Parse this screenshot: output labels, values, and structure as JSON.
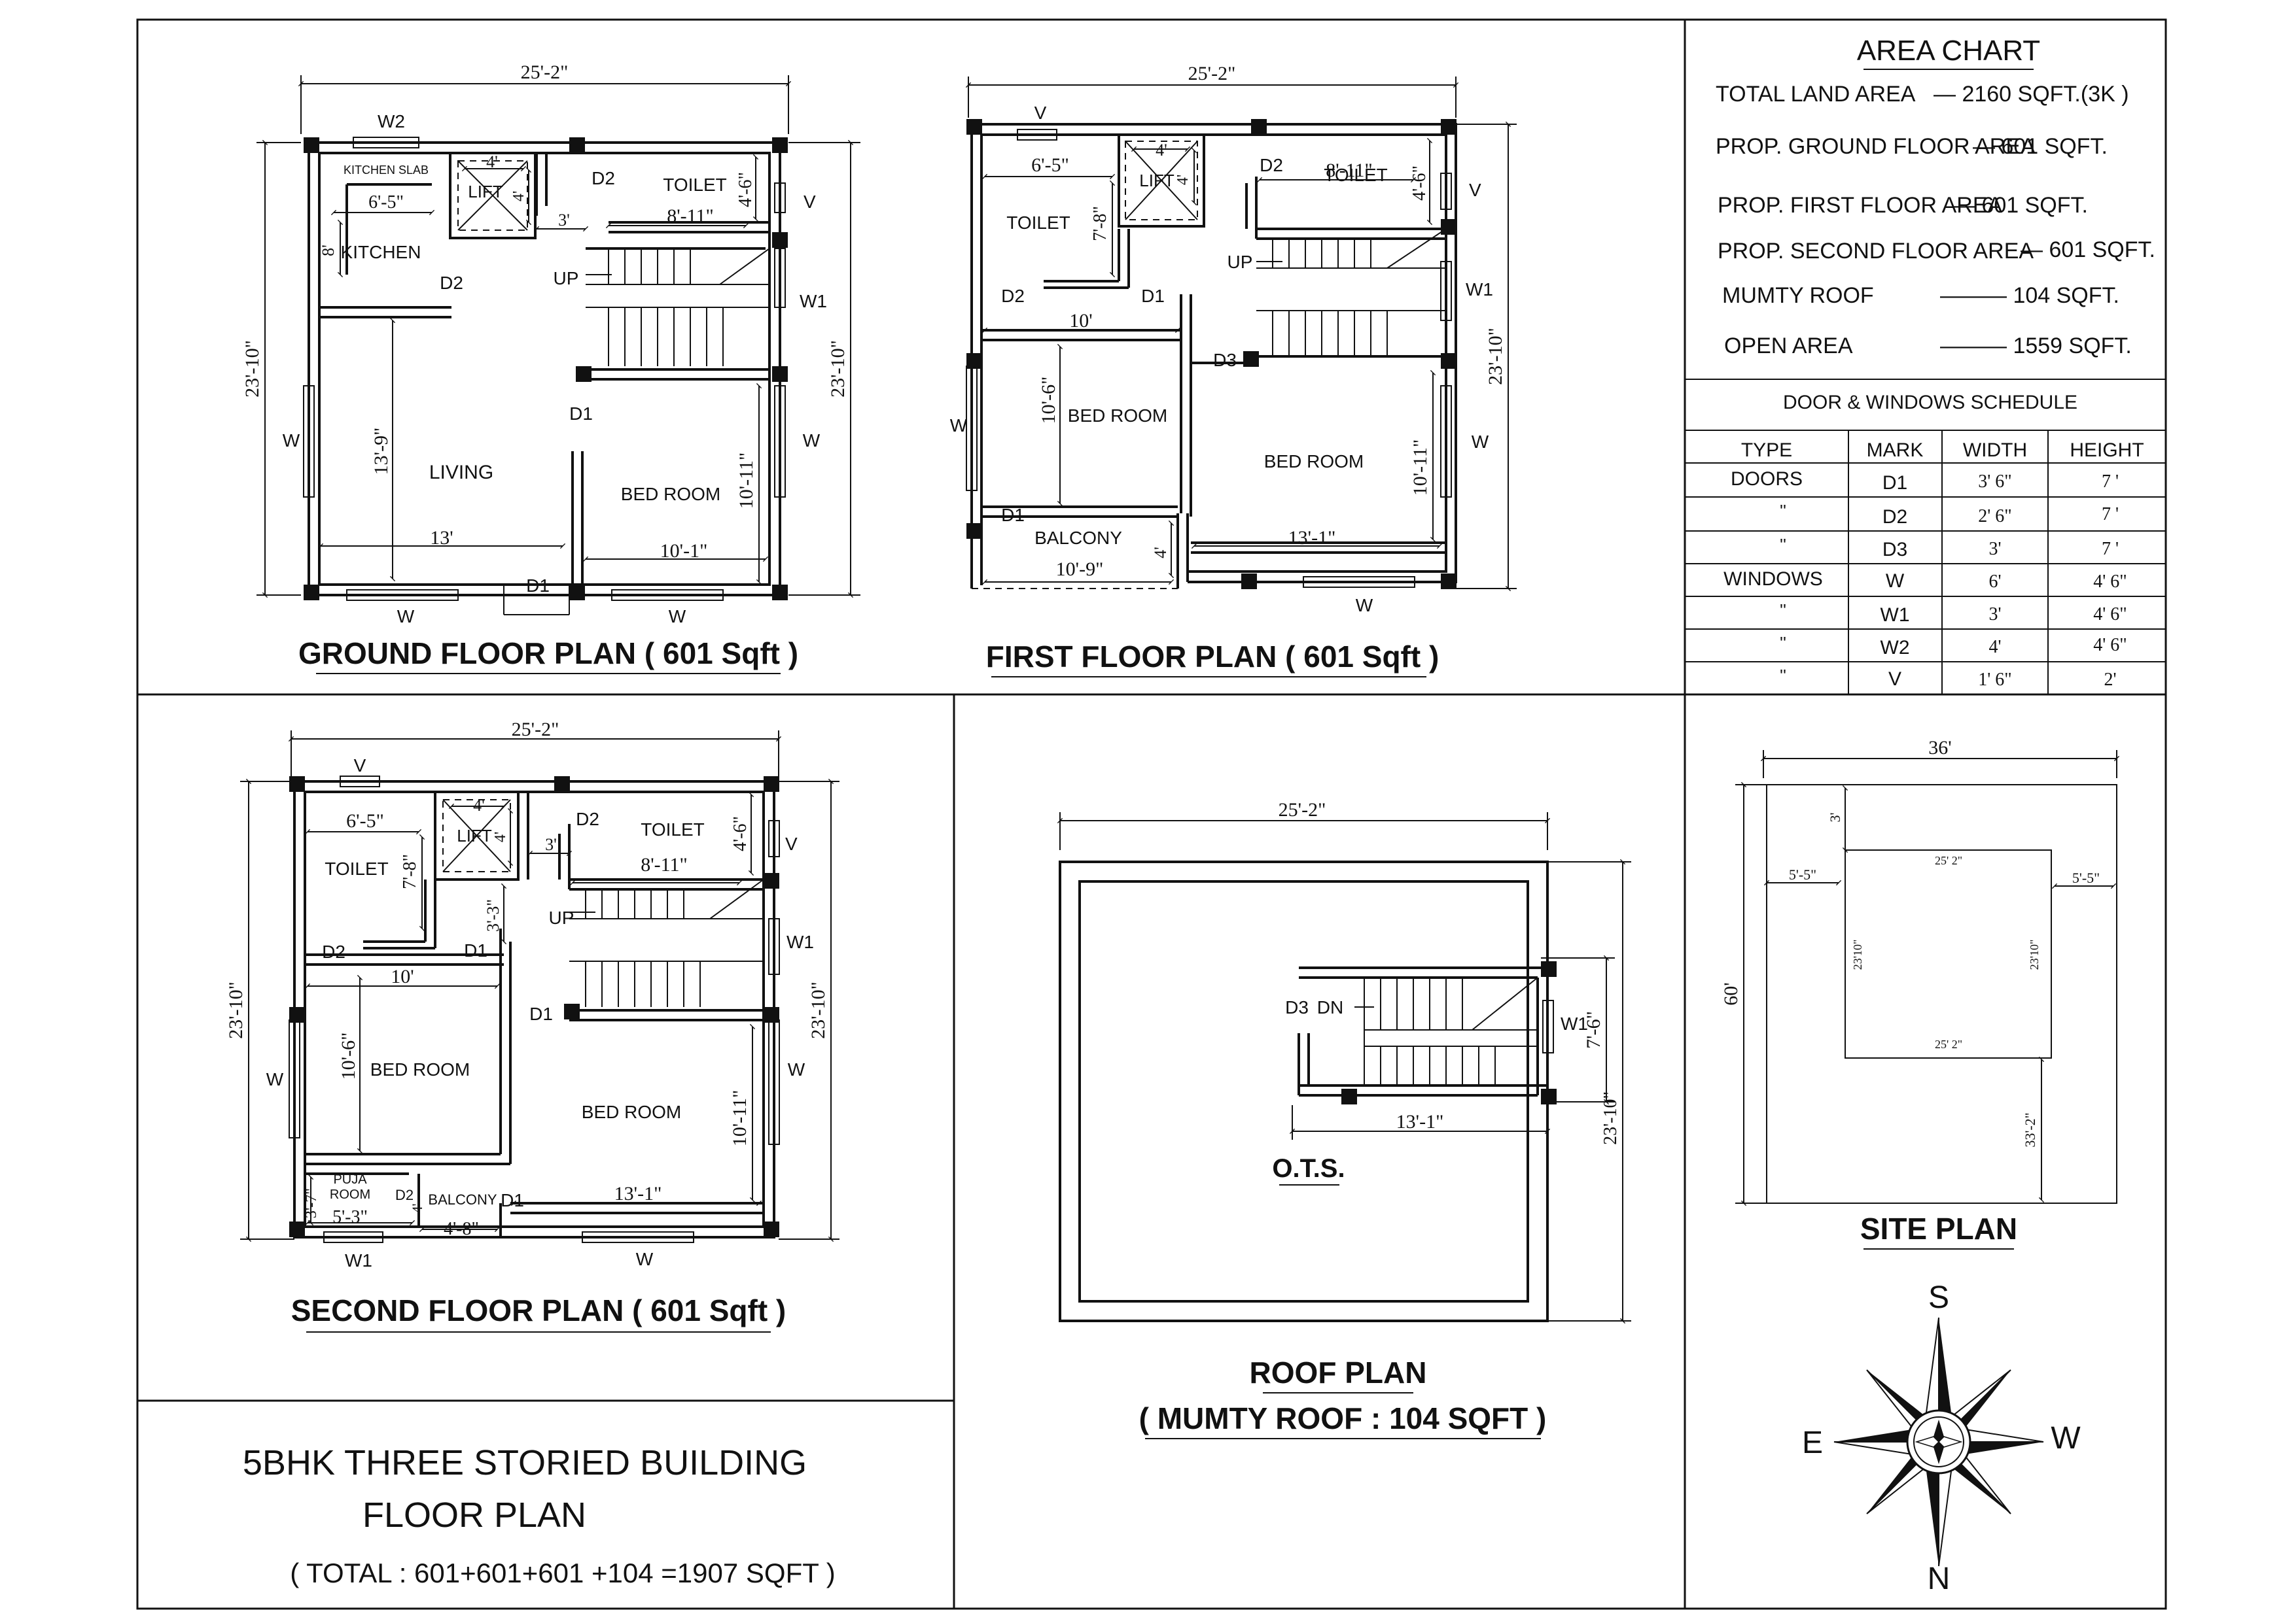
{
  "common": {
    "dims": {
      "w_25_2": "25'-2\"",
      "h_23_10": "23'-10\"",
      "d_4": "4'",
      "d_6_5": "6'-5\"",
      "d_8": "8'",
      "d_3": "3'",
      "d_8_11": "8'-11\"",
      "d_4_6": "4'-6\"",
      "d_13_9": "13'-9\"",
      "d_13": "13'",
      "d_10_1": "10'-1\"",
      "d_10_11": "10'-11\"",
      "d_7_8": "7'-8\"",
      "d_10": "10'",
      "d_10_6": "10'-6\"",
      "d_10_9": "10'-9\"",
      "d_13_1": "13'-1\"",
      "d_3_3": "3'-3\"",
      "d_3_7": "3'-7\"",
      "d_5_3": "5'-3\"",
      "d_4_8": "4'-8\"",
      "d_7_6": "7'-6\"",
      "d_36": "36'",
      "d_60": "60'",
      "d_5_5": "5'-5\"",
      "d_33_2": "33'-2\"",
      "d_25_2s": "25' 2\"",
      "d_23_10s": "23'10\""
    },
    "marks": {
      "w": "W",
      "w1": "W1",
      "w2": "W2",
      "v": "V",
      "d1": "D1",
      "d2": "D2",
      "d3": "D3"
    },
    "labels": {
      "kitchen_slab": "KITCHEN SLAB",
      "kitchen": "KITCHEN",
      "lift": "LIFT",
      "toilet": "TOILET",
      "up": "UP",
      "dn": "DN",
      "living": "LIVING",
      "bed_room": "BED ROOM",
      "balcony": "BALCONY",
      "puja_1": "PUJA",
      "puja_2": "ROOM",
      "ots": "O.T.S."
    }
  },
  "titles": {
    "ground": "GROUND FLOOR PLAN ( 601 Sqft )",
    "first": "FIRST FLOOR PLAN ( 601 Sqft )",
    "second": "SECOND FLOOR PLAN ( 601 Sqft )",
    "roof_1": "ROOF PLAN",
    "roof_2": "( MUMTY ROOF : 104 SQFT )",
    "site": "SITE PLAN"
  },
  "project": {
    "line1": "5BHK THREE STORIED BUILDING",
    "line2": "FLOOR PLAN",
    "line3": "( TOTAL : 601+601+601 +104 =1907 SQFT )"
  },
  "area_chart": {
    "title": "AREA CHART",
    "rows": [
      {
        "label": "TOTAL LAND AREA",
        "value": "— 2160 SQFT.(3K )"
      },
      {
        "label": "PROP. GROUND FLOOR AREA",
        "value": "— 601 SQFT."
      },
      {
        "label": "PROP. FIRST  FLOOR AREA",
        "value": "— 601 SQFT."
      },
      {
        "label": "PROP. SECOND  FLOOR AREA",
        "value": "— 601 SQFT."
      },
      {
        "label": "MUMTY ROOF",
        "value": "——— 104 SQFT."
      },
      {
        "label": "OPEN AREA",
        "value": "——— 1559 SQFT."
      }
    ]
  },
  "schedule": {
    "title": "DOOR & WINDOWS SCHEDULE",
    "headers": [
      "TYPE",
      "MARK",
      "WIDTH",
      "HEIGHT"
    ],
    "rows": [
      [
        "DOORS",
        "D1",
        "3' 6\"",
        "7 '"
      ],
      [
        "''",
        "D2",
        "2' 6\"",
        "7 '"
      ],
      [
        "''",
        "D3",
        "3'",
        "7 '"
      ],
      [
        "WINDOWS",
        "W",
        "6'",
        "4' 6\""
      ],
      [
        "''",
        "W1",
        "3'",
        "4' 6\""
      ],
      [
        "''",
        "W2",
        "4'",
        "4' 6\""
      ],
      [
        "''",
        "V",
        "1' 6\"",
        "2'"
      ]
    ]
  },
  "compass": {
    "s": "S",
    "e": "E",
    "w": "W",
    "n": "N"
  }
}
